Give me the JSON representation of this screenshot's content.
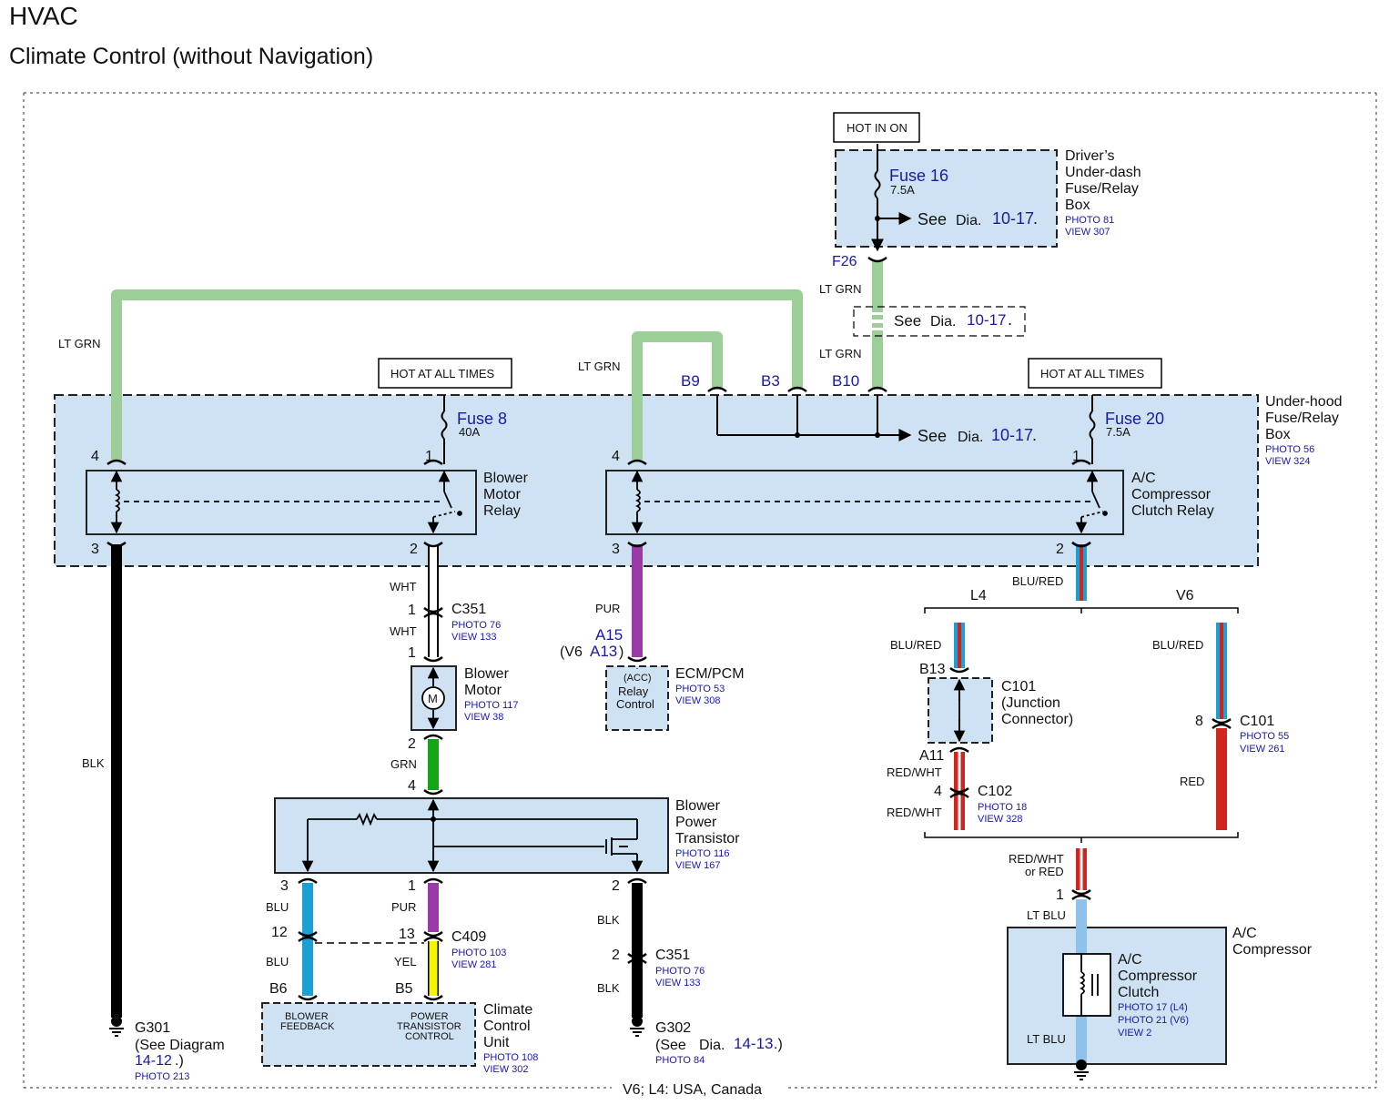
{
  "title": "HVAC",
  "subtitle": "Climate Control (without Navigation)",
  "footer": "V6; L4: USA, Canada",
  "colors": {
    "box_fill": "#cfe2f3",
    "lt_grn": "#9ccf98",
    "grn": "#14a414",
    "pur": "#9a3aa8",
    "blu": "#1aa0d2",
    "yel": "#f4f400",
    "red": "#d0241e",
    "blk": "#000000",
    "lt_blu": "#8ec2ea",
    "blue_text": "#1a1aa0"
  },
  "hot_labels": {
    "hot_in_on": "HOT IN ON",
    "hot_all_times_1": "HOT AT ALL TIMES",
    "hot_all_times_2": "HOT AT ALL TIMES"
  },
  "fuse_boxes": {
    "drivers": {
      "name_lines": [
        "Driver’s",
        "Under-dash",
        "Fuse/Relay",
        "Box"
      ],
      "photo": "PHOTO 81",
      "view": "VIEW 307"
    },
    "underhood": {
      "name_lines": [
        "Under-hood",
        "Fuse/Relay",
        "Box"
      ],
      "photo": "PHOTO 56",
      "view": "VIEW 324"
    }
  },
  "fuses": {
    "fuse16": {
      "name": "Fuse 16",
      "rating": "7.5A"
    },
    "fuse8": {
      "name": "Fuse 8",
      "rating": "40A"
    },
    "fuse20": {
      "name": "Fuse 20",
      "rating": "7.5A"
    }
  },
  "see_dia": {
    "see": "See",
    "dia": "Dia.",
    "ref": "10-17",
    "dot": "."
  },
  "terminals": {
    "F26": "F26",
    "B9": "B9",
    "B3": "B3",
    "B10": "B10",
    "A15": "A15",
    "V6A13_prefix": "(V6",
    "V6A13_code": "A13",
    "V6A13_suffix": ")",
    "B13": "B13",
    "A11": "A11",
    "B6": "B6",
    "B5": "B5"
  },
  "pins": {
    "bmr_4": "4",
    "bmr_1": "1",
    "bmr_3": "3",
    "bmr_2": "2",
    "acr_4": "4",
    "acr_1": "1",
    "acr_3": "3",
    "acr_2": "2",
    "c351a_1a": "1",
    "c351a_1b": "1",
    "motor_2": "2",
    "bpt_4": "4",
    "bpt_3": "3",
    "bpt_1": "1",
    "bpt_2": "2",
    "c409_12": "12",
    "c409_13": "13",
    "c351b_2": "2",
    "c101_8": "8",
    "c102_4": "4",
    "comp_1": "1"
  },
  "wire_colors": {
    "lt_grn_left": "LT GRN",
    "lt_grn_mid": "LT GRN",
    "lt_grn_top": "LT GRN",
    "lt_grn_b10": "LT GRN",
    "blk_g301": "BLK",
    "wht_1": "WHT",
    "wht_2": "WHT",
    "grn": "GRN",
    "pur_ecm": "PUR",
    "blu_1": "BLU",
    "blu_2": "BLU",
    "pur_2": "PUR",
    "yel": "YEL",
    "blk_2": "BLK",
    "blk_3": "BLK",
    "blu_red_main": "BLU/RED",
    "blu_red_l4": "BLU/RED",
    "blu_red_v6": "BLU/RED",
    "red_wht_1": "RED/WHT",
    "red_wht_2": "RED/WHT",
    "red": "RED",
    "red_wht_or_red_1": "RED/WHT",
    "red_wht_or_red_2": "or RED",
    "lt_blu_1": "LT BLU",
    "lt_blu_2": "LT BLU"
  },
  "components": {
    "blower_motor_relay": {
      "lines": [
        "Blower",
        "Motor",
        "Relay"
      ]
    },
    "ac_relay": {
      "lines": [
        "A/C",
        "Compressor",
        "Clutch Relay"
      ]
    },
    "c351_a": {
      "name": "C351",
      "photo": "PHOTO 76",
      "view": "VIEW 133"
    },
    "blower_motor": {
      "lines": [
        "Blower",
        "Motor"
      ],
      "photo": "PHOTO 117",
      "view": "VIEW 38",
      "symbol": "M"
    },
    "ecm": {
      "name": "ECM/PCM",
      "photo": "PHOTO 53",
      "view": "VIEW 308",
      "inner": [
        "(ACC)",
        "Relay",
        "Control"
      ]
    },
    "bpt": {
      "lines": [
        "Blower",
        "Power",
        "Transistor"
      ],
      "photo": "PHOTO 116",
      "view": "VIEW 167"
    },
    "c409": {
      "name": "C409",
      "photo": "PHOTO 103",
      "view": "VIEW 281"
    },
    "c351_b": {
      "name": "C351",
      "photo": "PHOTO 76",
      "view": "VIEW 133"
    },
    "ccu": {
      "lines": [
        "Climate",
        "Control",
        "Unit"
      ],
      "photo": "PHOTO 108",
      "view": "VIEW 302",
      "blower_feedback": [
        "BLOWER",
        "FEEDBACK"
      ],
      "power_transistor_control": [
        "POWER",
        "TRANSISTOR",
        "CONTROL"
      ]
    },
    "g301": {
      "name": "G301",
      "line2": "(See Diagram",
      "ref": "14-12",
      "ref_suffix": ".)",
      "photo": "PHOTO 213"
    },
    "g302": {
      "name": "G302",
      "see": "(See",
      "dia": "Dia.",
      "ref": "14-13",
      "ref_suffix": ".)",
      "photo": "PHOTO 84"
    },
    "c101_junction": {
      "lines": [
        "C101",
        "(Junction",
        "Connector)"
      ]
    },
    "c102": {
      "name": "C102",
      "photo": "PHOTO 18",
      "view": "VIEW 328"
    },
    "c101_v6": {
      "name": "C101",
      "photo": "PHOTO 55",
      "view": "VIEW 261"
    },
    "ac_compressor": {
      "lines": [
        "A/C",
        "Compressor"
      ]
    },
    "ac_clutch": {
      "lines": [
        "A/C",
        "Compressor",
        "Clutch"
      ],
      "photo1": "PHOTO 17 (L4)",
      "photo2": "PHOTO 21 (V6)",
      "view": "VIEW 2"
    }
  },
  "variants": {
    "l4": "L4",
    "v6": "V6"
  }
}
